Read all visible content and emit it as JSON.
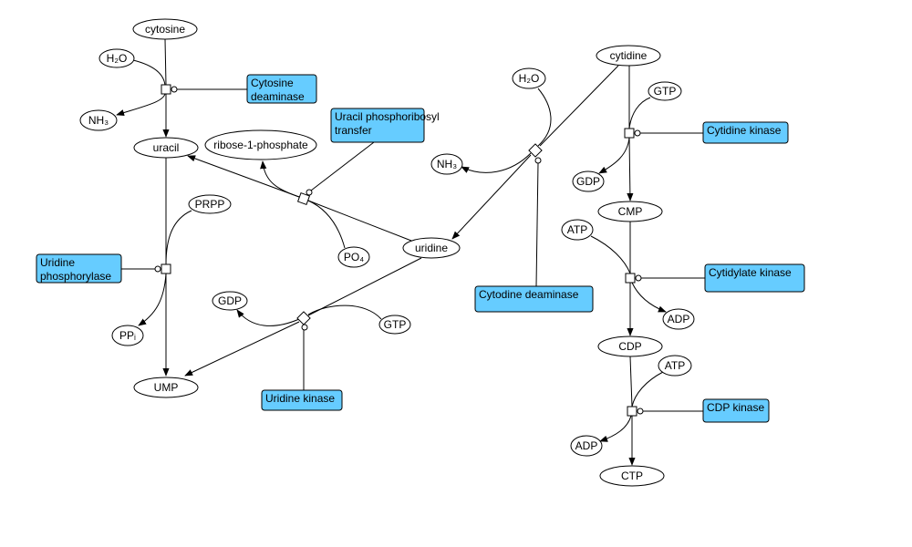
{
  "metabolites": {
    "cytosine": "cytosine",
    "h2o_left": "H₂O",
    "nh3_left": "NH₃",
    "uracil": "uracil",
    "ribose1p": "ribose-1-phosphate",
    "prpp": "PRPP",
    "po4": "PO₄",
    "uridine": "uridine",
    "ppi": "PPᵢ",
    "ump": "UMP",
    "gdp_left": "GDP",
    "gtp_left": "GTP",
    "h2o_right": "H₂O",
    "cytidine": "cytidine",
    "nh3_right": "NH₃",
    "gtp_right": "GTP",
    "gdp_right": "GDP",
    "cmp": "CMP",
    "atp_1": "ATP",
    "adp_1": "ADP",
    "cdp": "CDP",
    "atp_2": "ATP",
    "adp_2": "ADP",
    "ctp": "CTP"
  },
  "enzymes": {
    "cytosine_deaminase": [
      "Cytosine",
      "deaminase"
    ],
    "uracil_prt": [
      "Uracil phosphoribosyl",
      " transfer"
    ],
    "uridine_phosphorylase": [
      "Uridine",
      "phosphorylase"
    ],
    "uridine_kinase": [
      "Uridine kinase"
    ],
    "cytodine_deaminase": [
      "Cytodine deaminase"
    ],
    "cytidine_kinase": [
      "Cytidine kinase"
    ],
    "cytidylate_kinase": [
      "Cytidylate kinase"
    ],
    "cdp_kinase": [
      "CDP kinase"
    ]
  },
  "colors": {
    "enzyme_fill": "#66ccff"
  }
}
